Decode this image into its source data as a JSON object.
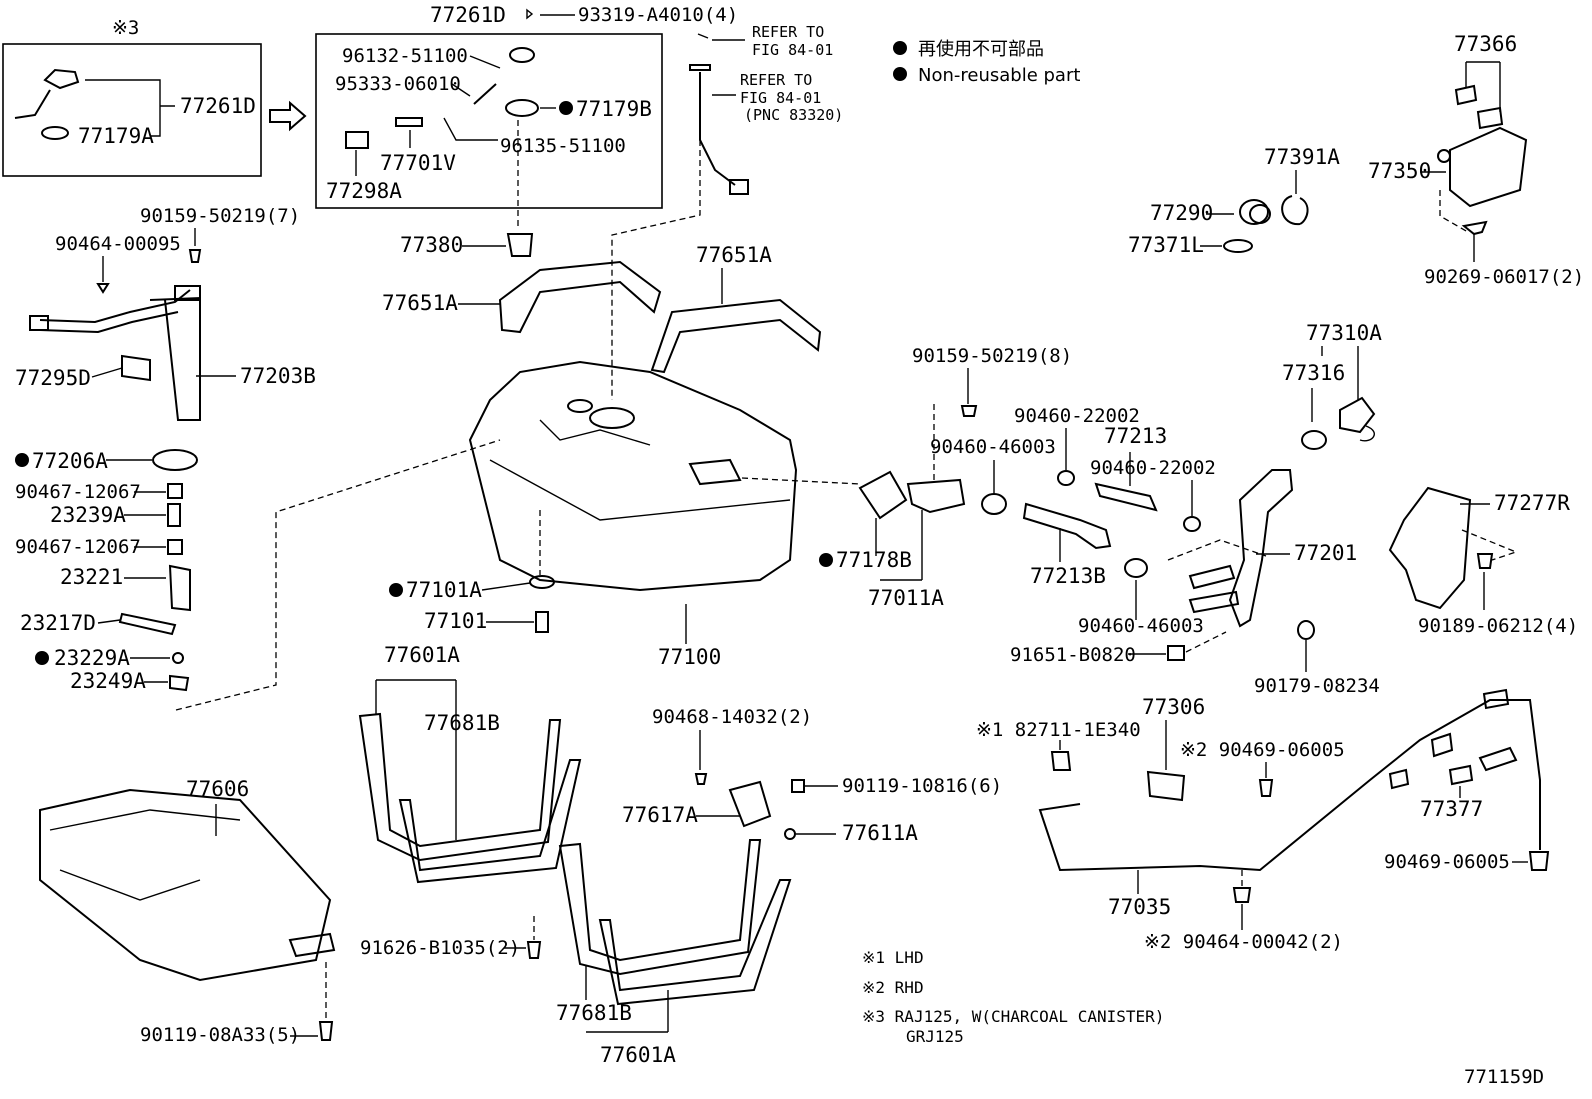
{
  "diagram_id": "771159D",
  "legend": {
    "jp": "再使用不可部品",
    "en": "Non-reusable part"
  },
  "notes": {
    "n1": "※1 LHD",
    "n2": "※2 RHD",
    "n3a": "※3 RAJ125, W(CHARCOAL CANISTER)",
    "n3b": "GRJ125"
  },
  "refer": {
    "r1a": "REFER TO",
    "r1b": "FIG 84-01",
    "r2a": "REFER TO",
    "r2b": "FIG 84-01",
    "r2c": "(PNC 83320)"
  },
  "labels": {
    "mark3": "※3",
    "p77261D_a": "77261D",
    "p77179A": "77179A",
    "p77261D_b": "77261D",
    "p93319": "93319-A4010(4)",
    "p96132": "96132-51100",
    "p95333": "95333-06010",
    "p77179B": "77179B",
    "p96135": "96135-51100",
    "p77701V": "77701V",
    "p77298A": "77298A",
    "p90159_7": "90159-50219(7)",
    "p90464_95": "90464-00095",
    "p77295D": "77295D",
    "p77203B": "77203B",
    "p77206A": "77206A",
    "p90467_a": "90467-12067",
    "p23239A": "23239A",
    "p90467_b": "90467-12067",
    "p23221": "23221",
    "p23217D": "23217D",
    "p23229A": "23229A",
    "p23249A": "23249A",
    "p77380": "77380",
    "p77651A_a": "77651A",
    "p77651A_b": "77651A",
    "p77101A": "77101A",
    "p77101": "77101",
    "p77100": "77100",
    "p77601A_a": "77601A",
    "p77681B_a": "77681B",
    "p77606": "77606",
    "p90119_08": "90119-08A33(5)",
    "p90468": "90468-14032(2)",
    "p90119_10": "90119-10816(6)",
    "p77617A": "77617A",
    "p77611A": "77611A",
    "p91626": "91626-B1035(2)",
    "p77681B_b": "77681B",
    "p77601A_b": "77601A",
    "p90159_8": "90159-50219(8)",
    "p90460_46003_a": "90460-46003",
    "p90460_22002_a": "90460-22002",
    "p77213": "77213",
    "p77178B": "77178B",
    "p77011A": "77011A",
    "p77213B": "77213B",
    "p90460_22002_b": "90460-22002",
    "p90460_46003_b": "90460-46003",
    "p91651": "91651-B0820",
    "p77201": "77201",
    "p90179": "90179-08234",
    "p77366": "77366",
    "p77391A": "77391A",
    "p77350": "77350",
    "p77290": "77290",
    "p77371L": "77371L",
    "p90269": "90269-06017(2)",
    "p77310A": "77310A",
    "p77316": "77316",
    "p77277R": "77277R",
    "p90189": "90189-06212(4)",
    "p82711": "※1 82711-1E340",
    "p77306": "77306",
    "p90469_a": "※2 90469-06005",
    "p77377": "77377",
    "p90469_b": "90469-06005",
    "p77035": "77035",
    "p90464_42": "※2 90464-00042(2)"
  }
}
